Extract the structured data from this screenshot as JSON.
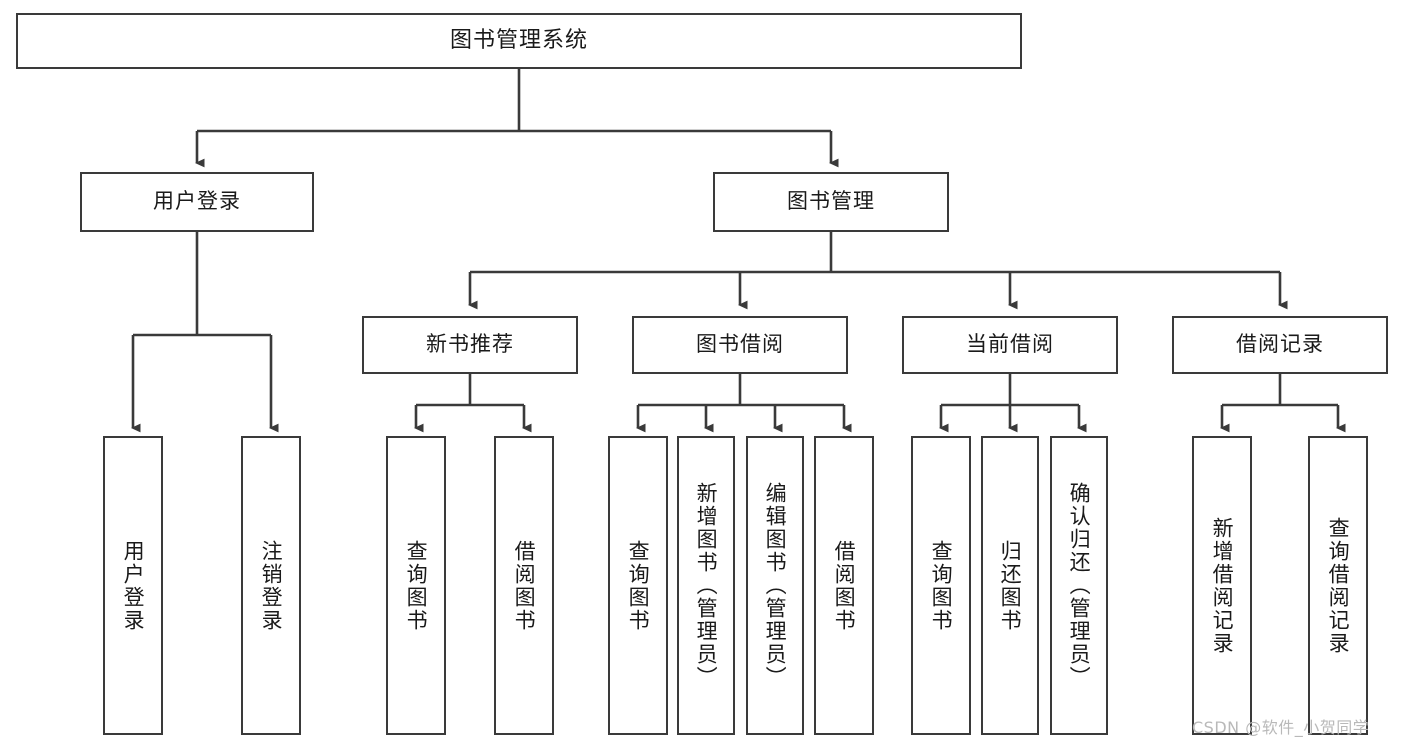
{
  "diagram": {
    "title": "图书管理系统",
    "type": "tree-hierarchy",
    "watermark": "CSDN @软件_小贺同学",
    "colors": {
      "stroke": "#3a3a3a",
      "fill": "#ffffff",
      "text": "#1a1a1a",
      "watermark": "#b9b9b9"
    },
    "nodes": {
      "root": {
        "label": "图书管理系统",
        "level": 1
      },
      "l2": [
        {
          "id": "user-login",
          "label": "用户登录",
          "level": 2
        },
        {
          "id": "book-manage",
          "label": "图书管理",
          "level": 2
        }
      ],
      "l3": [
        {
          "id": "new-book-rec",
          "label": "新书推荐",
          "level": 3,
          "parent": "book-manage"
        },
        {
          "id": "book-borrow",
          "label": "图书借阅",
          "level": 3,
          "parent": "book-manage"
        },
        {
          "id": "current-borrow",
          "label": "当前借阅",
          "level": 3,
          "parent": "book-manage"
        },
        {
          "id": "borrow-record",
          "label": "借阅记录",
          "level": 3,
          "parent": "book-manage"
        }
      ],
      "leaves": {
        "user_login": [
          {
            "id": "leaf-user-login",
            "label": "用户登录"
          },
          {
            "id": "leaf-logout",
            "label": "注销登录"
          }
        ],
        "new_book_rec": [
          {
            "id": "leaf-query-book-1",
            "label": "查询图书"
          },
          {
            "id": "leaf-borrow-book-1",
            "label": "借阅图书"
          }
        ],
        "book_borrow": [
          {
            "id": "leaf-query-book-2",
            "label": "查询图书"
          },
          {
            "id": "leaf-add-book",
            "label": "新增图书（管理员）"
          },
          {
            "id": "leaf-edit-book",
            "label": "编辑图书（管理员）"
          },
          {
            "id": "leaf-borrow-book-2",
            "label": "借阅图书"
          }
        ],
        "current_borrow": [
          {
            "id": "leaf-query-book-3",
            "label": "查询图书"
          },
          {
            "id": "leaf-return-book",
            "label": "归还图书"
          },
          {
            "id": "leaf-confirm-return",
            "label": "确认归还（管理员）"
          }
        ],
        "borrow_record": [
          {
            "id": "leaf-add-record",
            "label": "新增借阅记录"
          },
          {
            "id": "leaf-query-record",
            "label": "查询借阅记录"
          }
        ]
      }
    }
  }
}
